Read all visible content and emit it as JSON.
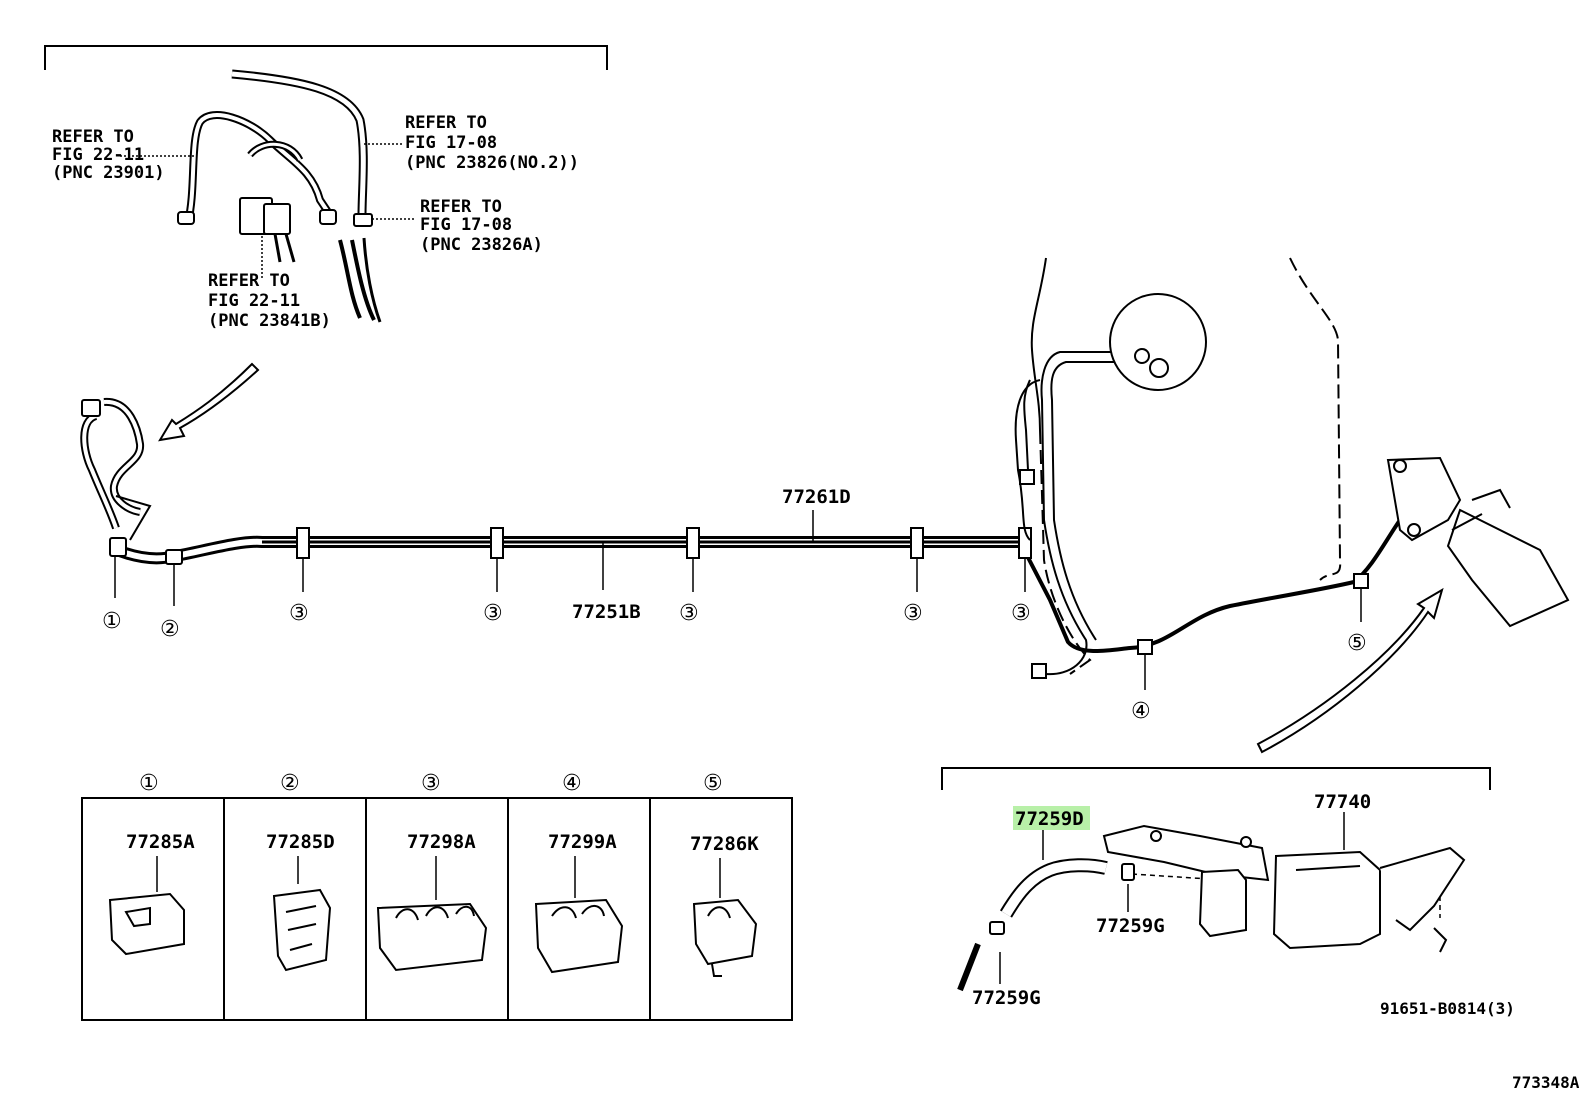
{
  "references": [
    {
      "lines": [
        "REFER TO",
        "FIG 22-11",
        "(PNC 23901)"
      ]
    },
    {
      "lines": [
        "REFER TO",
        "FIG 17-08",
        "(PNC 23826(NO.2))"
      ]
    },
    {
      "lines": [
        "REFER TO",
        "FIG 17-08",
        "(PNC 23826A)"
      ]
    },
    {
      "lines": [
        "REFER TO",
        "FIG 22-11",
        "(PNC 23841B)"
      ]
    }
  ],
  "main_parts": {
    "tube_upper": "77261D",
    "tube_lower": "77251B",
    "hose_highlighted": "77259D",
    "canister": "77740",
    "clamp_g_upper": "77259G",
    "clamp_g_lower": "77259G",
    "bolt": "91651-B0814(3)"
  },
  "callouts": {
    "c1": "①",
    "c2": "②",
    "c3": "③",
    "c4": "④",
    "c5": "⑤"
  },
  "clamp_table": [
    {
      "num": "①",
      "part": "77285A"
    },
    {
      "num": "②",
      "part": "77285D"
    },
    {
      "num": "③",
      "part": "77298A"
    },
    {
      "num": "④",
      "part": "77299A"
    },
    {
      "num": "⑤",
      "part": "77286K"
    }
  ],
  "figure_id": "773348A",
  "highlight_color": "#b8f0a8"
}
